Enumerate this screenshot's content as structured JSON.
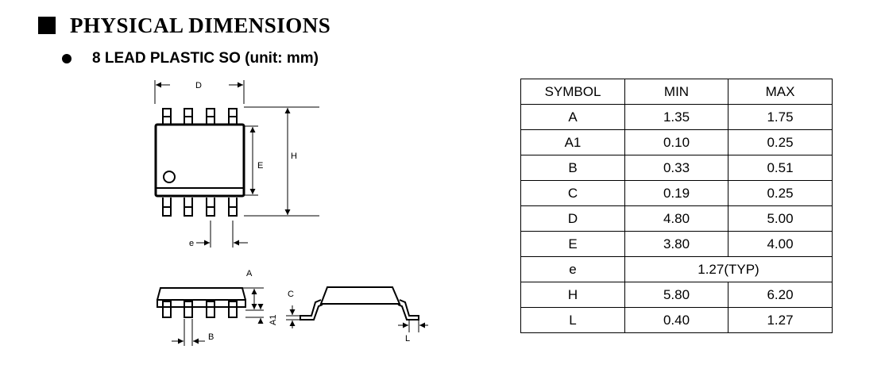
{
  "header": {
    "title": "PHYSICAL DIMENSIONS"
  },
  "subtitle": "8 LEAD PLASTIC SO (unit: mm)",
  "drawing_labels": {
    "D": "D",
    "E": "E",
    "H": "H",
    "e": "e",
    "A": "A",
    "A1": "A1",
    "B": "B",
    "C": "C",
    "L": "L"
  },
  "table": {
    "headers": [
      "SYMBOL",
      "MIN",
      "MAX"
    ],
    "rows": [
      {
        "symbol": "A",
        "min": "1.35",
        "max": "1.75"
      },
      {
        "symbol": "A1",
        "min": "0.10",
        "max": "0.25"
      },
      {
        "symbol": "B",
        "min": "0.33",
        "max": "0.51"
      },
      {
        "symbol": "C",
        "min": "0.19",
        "max": "0.25"
      },
      {
        "symbol": "D",
        "min": "4.80",
        "max": "5.00"
      },
      {
        "symbol": "E",
        "min": "3.80",
        "max": "4.00"
      },
      {
        "symbol": "e",
        "typ": "1.27(TYP)"
      },
      {
        "symbol": "H",
        "min": "5.80",
        "max": "6.20"
      },
      {
        "symbol": "L",
        "min": "0.40",
        "max": "1.27"
      }
    ]
  }
}
